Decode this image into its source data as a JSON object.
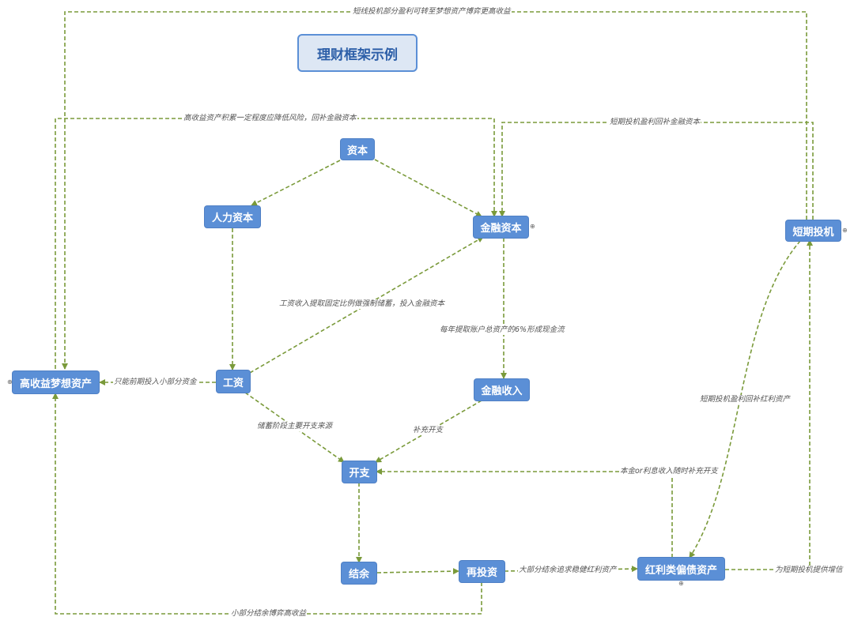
{
  "title": "理财框架示例",
  "nodes": {
    "capital": "资本",
    "human_capital": "人力资本",
    "financial_capital": "金融资本",
    "salary": "工资",
    "dream_asset": "高收益梦想资产",
    "financial_income": "金融收入",
    "expense": "开支",
    "surplus": "结余",
    "reinvest": "再投资",
    "dividend_bond": "红利类偏债资产",
    "short_spec": "短期投机"
  },
  "edge_labels": {
    "spec_to_dream": "短线投机部分盈利可转至梦想资产博弈更高收益",
    "dream_to_fin": "高收益资产积累一定程度应降低风险，回补金融资本",
    "spec_to_fin": "短期投机盈利回补金融资本",
    "salary_to_fin": "工资收入提取固定比例做强制储蓄，投入金融资本",
    "fin_to_income": "每年提取账户总资产的6%形成现金流",
    "salary_to_dream": "只能前期投入小部分资金",
    "salary_to_expense": "储蓄阶段主要开支来源",
    "income_to_expense": "补充开支",
    "bond_to_expense": "本金or利息收入随时补充开支",
    "spec_to_bond": "短期投机盈利回补红利资产",
    "reinvest_to_bond": "大部分结余追求稳健红利资产",
    "bond_to_spec": "为短期投机提供增信",
    "reinvest_to_dream": "小部分结余博弈高收益"
  },
  "colors": {
    "node_fill": "#5b8fd6",
    "edge": "#7a9a3a",
    "title_fill": "#dde7f4"
  }
}
